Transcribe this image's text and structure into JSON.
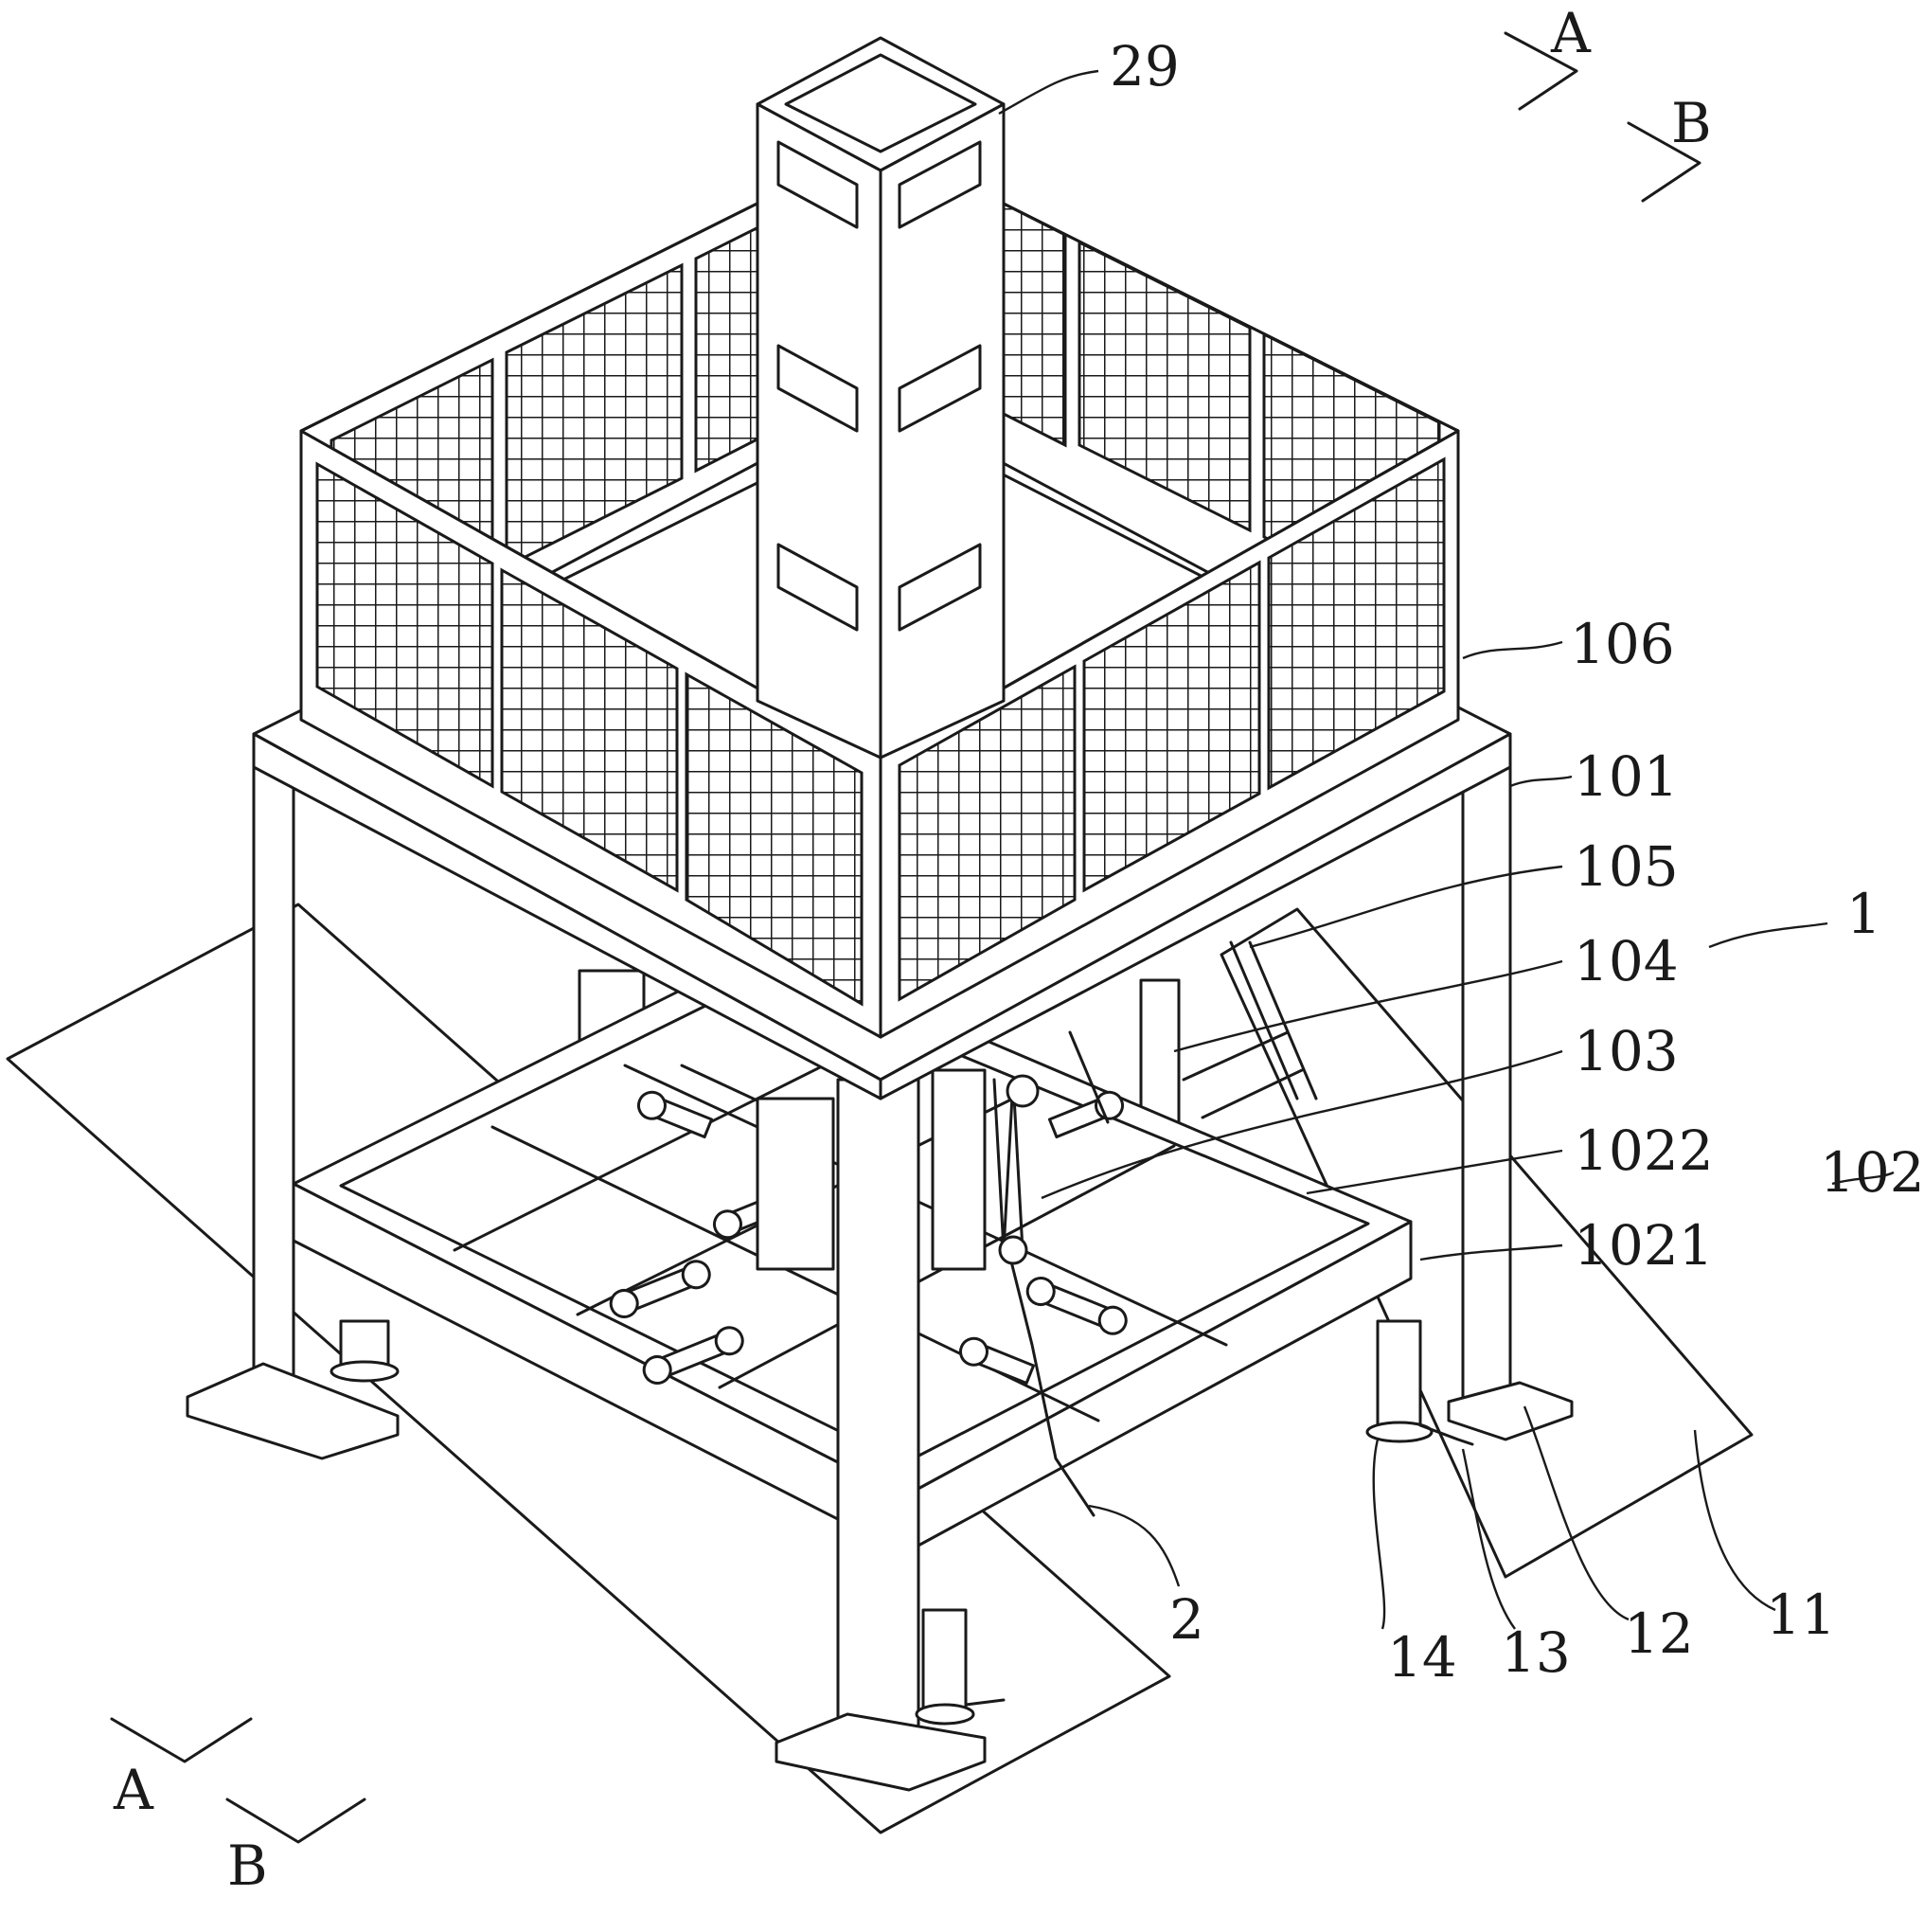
{
  "labels": {
    "l29": "29",
    "l106": "106",
    "l101": "101",
    "l105": "105",
    "l104": "104",
    "l103": "103",
    "l1022": "1022",
    "l1021": "1021",
    "l1": "1",
    "l102": "102",
    "l2": "2",
    "l14": "14",
    "l13": "13",
    "l12": "12",
    "l11": "11"
  },
  "section_marks": {
    "top_a": "A",
    "top_b": "B",
    "bottom_a": "A",
    "bottom_b": "B"
  },
  "colors": {
    "line": "#1a1a1a",
    "background": "#ffffff"
  }
}
